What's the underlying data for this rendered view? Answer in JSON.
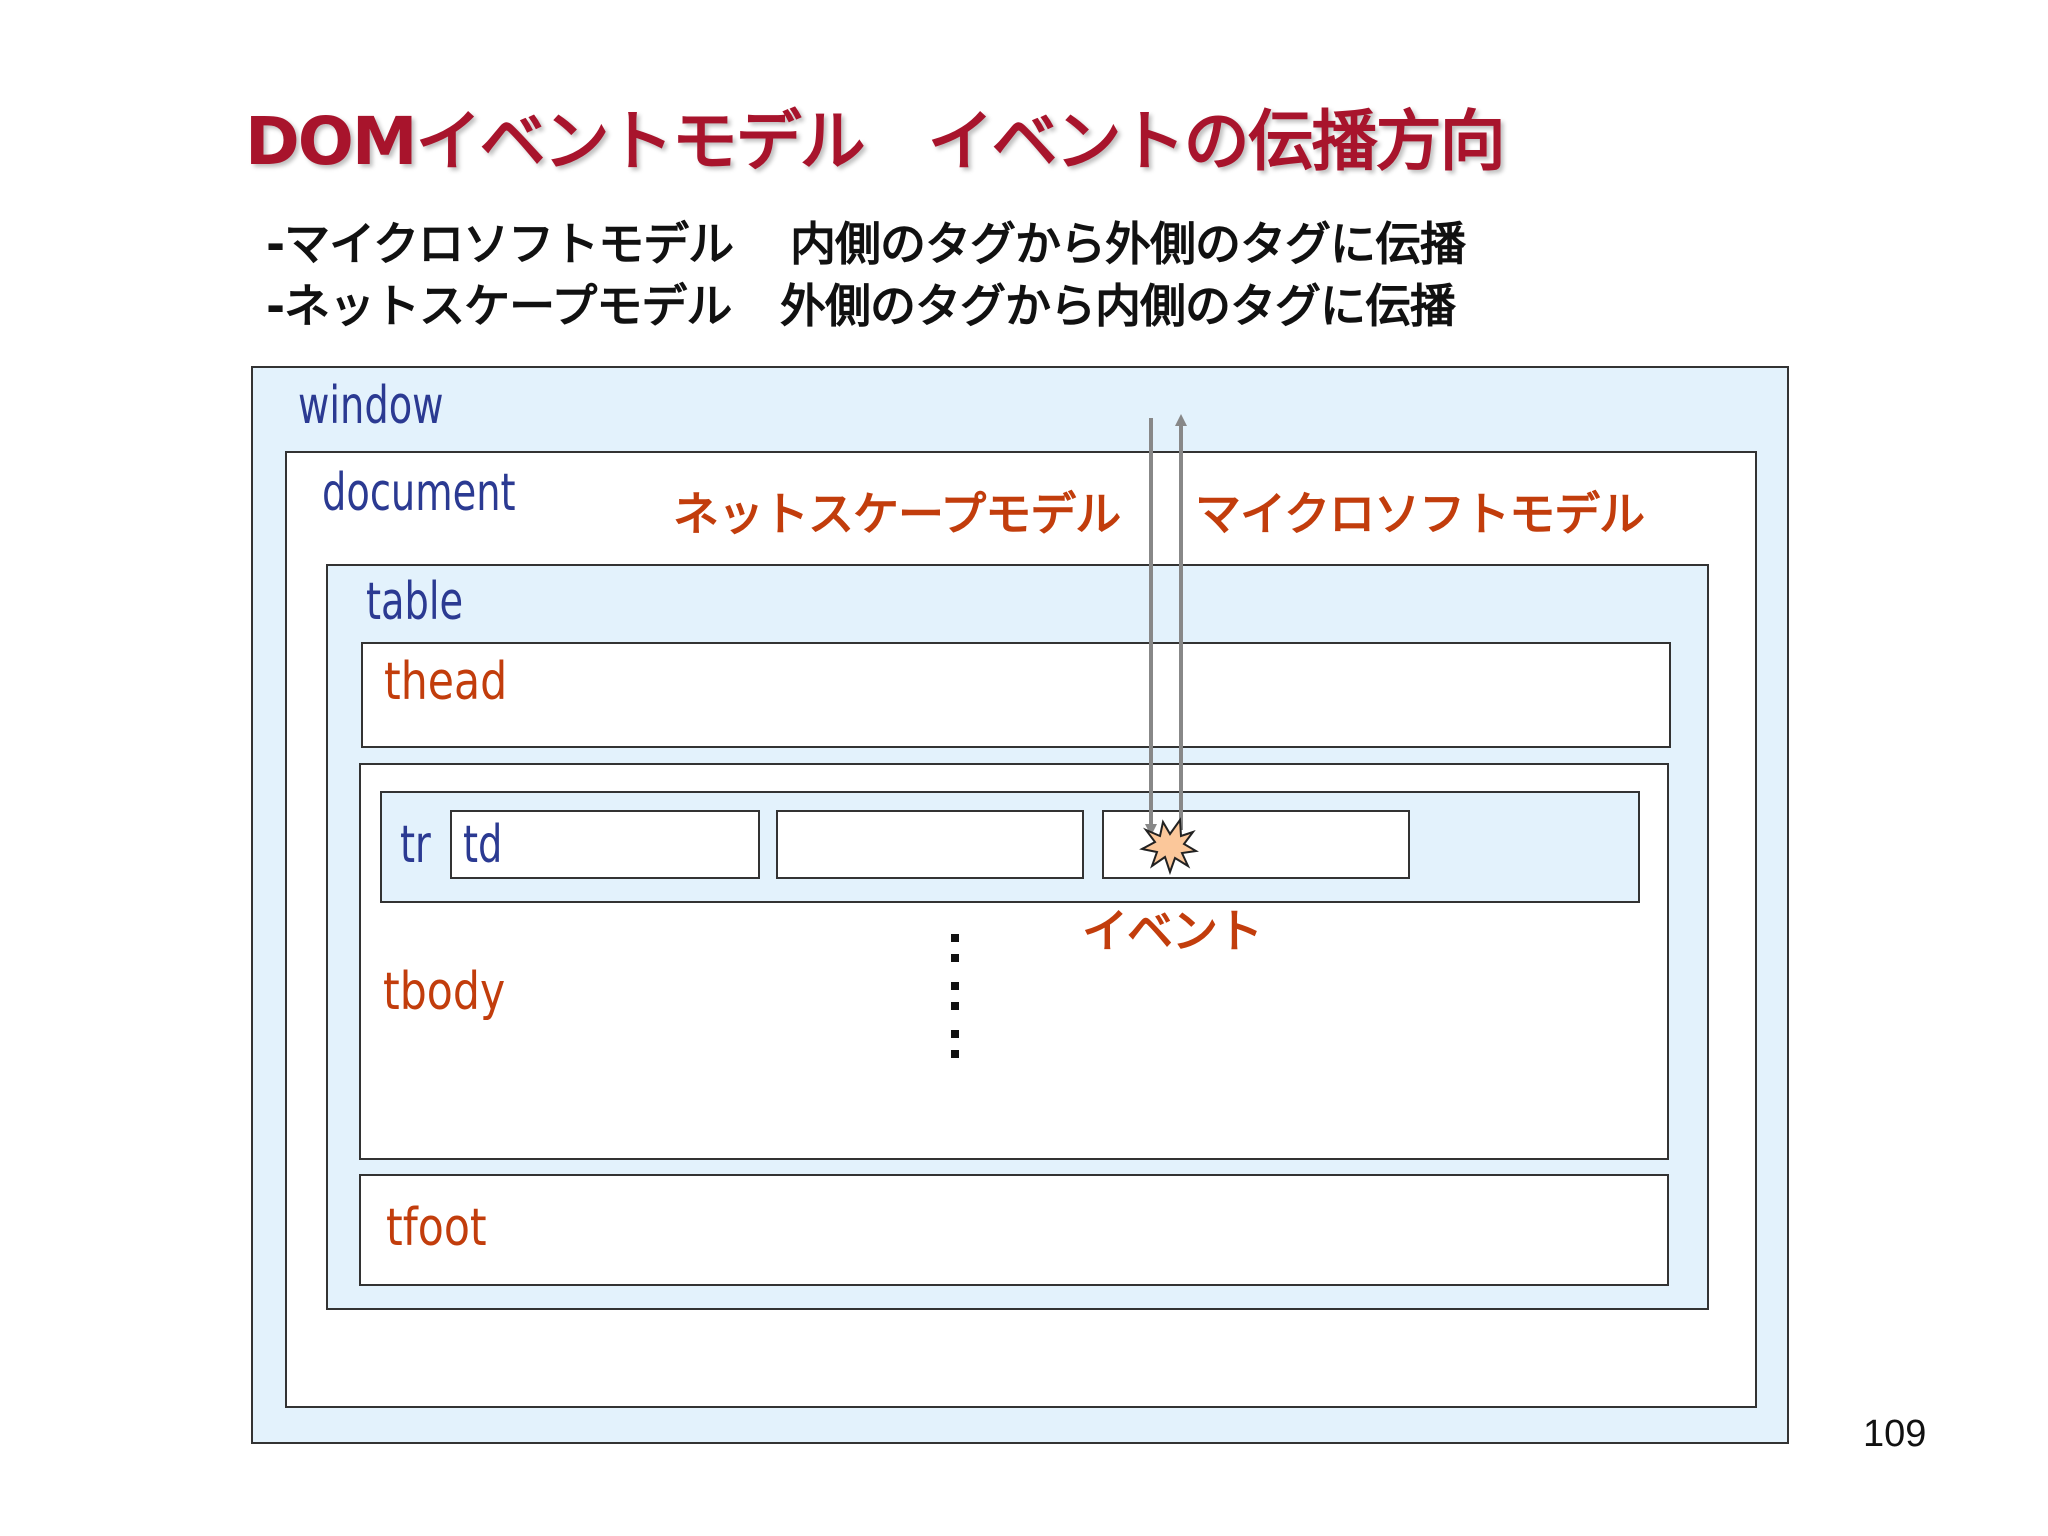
{
  "title": "DOMイベントモデル　イベントの伝播方向",
  "subtitle_lines": [
    {
      "model": "-マイクロソフトモデル",
      "description": "内側のタグから外側のタグに伝播"
    },
    {
      "model": "-ネットスケープモデル",
      "description": "外側のタグから内側のタグに伝播"
    }
  ],
  "diagram": {
    "window_label": "window",
    "document_label": "document",
    "table_label": "table",
    "thead_label": "thead",
    "tr_label": "tr",
    "td_label": "td",
    "tbody_label": "tbody",
    "tfoot_label": "tfoot",
    "netscape_label": "ネットスケープモデル",
    "microsoft_label": "マイクロソフトモデル",
    "event_label": "イベント",
    "ellipsis": "⋮"
  },
  "colors": {
    "title": "#a8142c",
    "blue_label": "#2b3a92",
    "orange_label": "#c23d0c",
    "light_blue": "#e3f2fc",
    "arrow": "#888888",
    "burst_fill": "#fbc79a"
  },
  "page_number": "109"
}
